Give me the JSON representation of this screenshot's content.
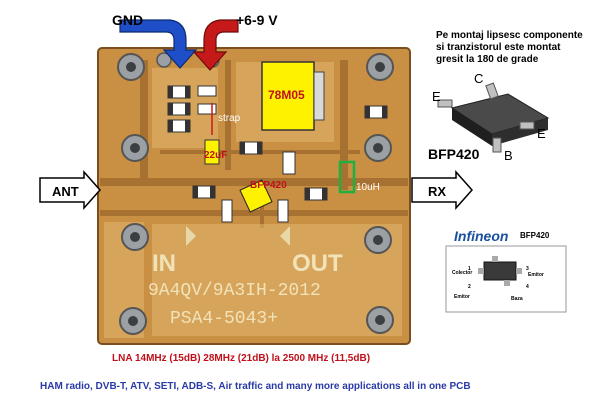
{
  "labels": {
    "gnd": "GND",
    "vin": "+6-9 V",
    "ant": "ANT",
    "rx": "RX",
    "regulator": "78M05",
    "strap": "strap",
    "cap": "22uF",
    "transistor": "BFP420",
    "inductor": "10uH",
    "silk_in": "IN",
    "silk_out": "OUT",
    "silk_call": "9A4QV/9A3IH-2012",
    "silk_part": "PSA4-5043+"
  },
  "note": {
    "text": "Pe montaj lipsesc componente si tranzistorul este montat gresit la 180 de grade"
  },
  "transistor_drawing": {
    "pins": {
      "c": "C",
      "e_left": "E",
      "e_right": "E",
      "b": "B"
    },
    "part_name": "BFP420"
  },
  "infineon_card": {
    "logo": "Infineon",
    "part": "BFP420",
    "pin_colector": "Colector",
    "pin_emitor_right": "Emitor",
    "pin_emitor_left": "Emitor",
    "pin_baza": "Baza",
    "num1": "1",
    "num2": "2",
    "num3": "3",
    "num4": "4"
  },
  "captions": {
    "lna": "LNA    14MHz (15dB)  28MHz (21dB) la 2500 MHz (11,5dB)",
    "apps": "HAM radio, DVB-T, ATV, SETI, ADB-S, Air traffic and many more applications all in one PCB"
  },
  "colors": {
    "pcb": "#c98f43",
    "pcb_dark": "#8a5a24",
    "copper_trace": "#e1b770",
    "mount_hole": "#9aa0a4",
    "regulator": "#fff200",
    "arrow_gnd": "#1e4fc8",
    "arrow_vin": "#c61a1a",
    "caption_red": "#c0101a",
    "caption_blue": "#2a3aa6",
    "infineon_blue": "#1a4fa0"
  }
}
